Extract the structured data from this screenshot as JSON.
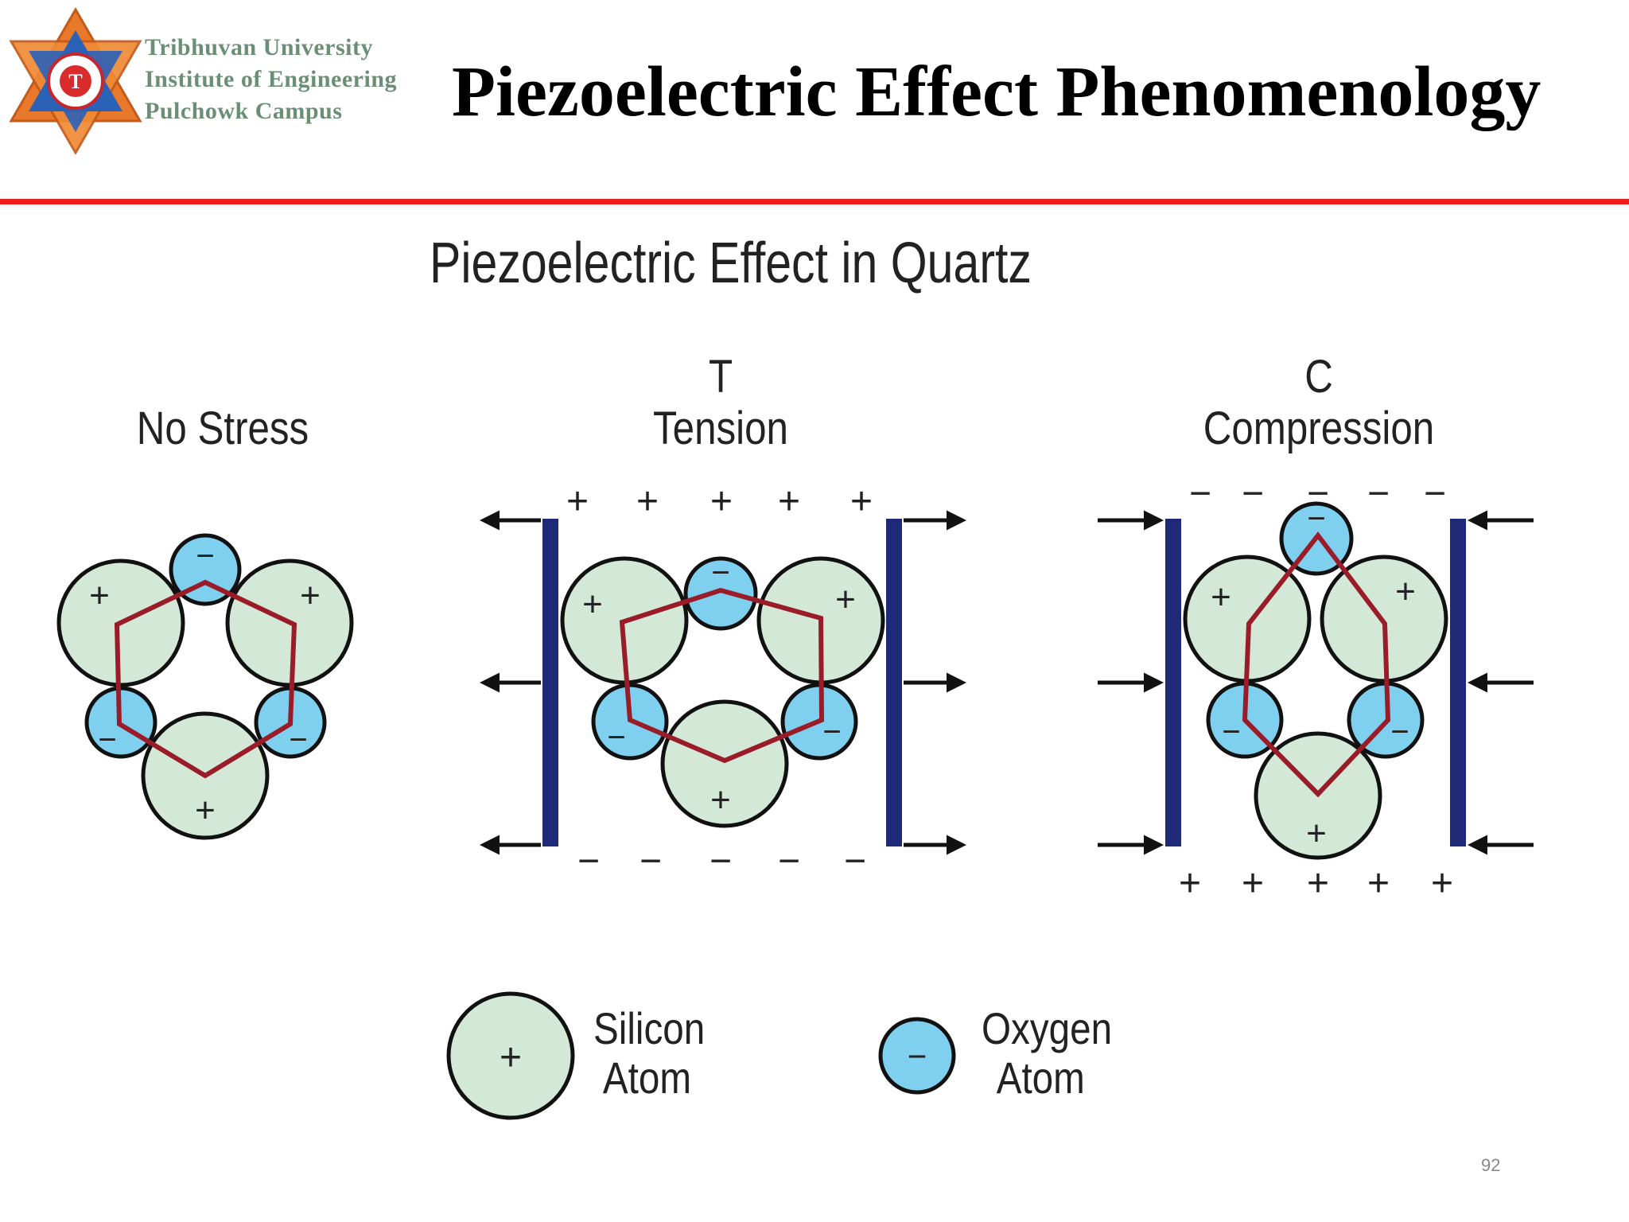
{
  "header": {
    "institution": [
      "Tribhuvan University",
      "Institute of Engineering",
      "Pulchowk Campus"
    ],
    "title": "Piezoelectric Effect Phenomenology",
    "logo_icon": "university-seal"
  },
  "figure": {
    "subtitle": "Piezoelectric Effect in Quartz",
    "panels": [
      {
        "letter": "",
        "label": "No Stress"
      },
      {
        "letter": "T",
        "label": "Tension"
      },
      {
        "letter": "C",
        "label": "Compression"
      }
    ],
    "signs": {
      "plus": "+",
      "minus": "−"
    },
    "legend": {
      "silicon": [
        "Silicon",
        "Atom"
      ],
      "oxygen": [
        "Oxygen",
        "Atom"
      ]
    },
    "colors": {
      "silicon_fill": "#d3e8d7",
      "oxygen_fill": "#7fd0ee",
      "hexagon": "#9a1c28",
      "plate": "#1e2a78",
      "accent_line": "#ec1c1c"
    }
  },
  "page_number": "92"
}
